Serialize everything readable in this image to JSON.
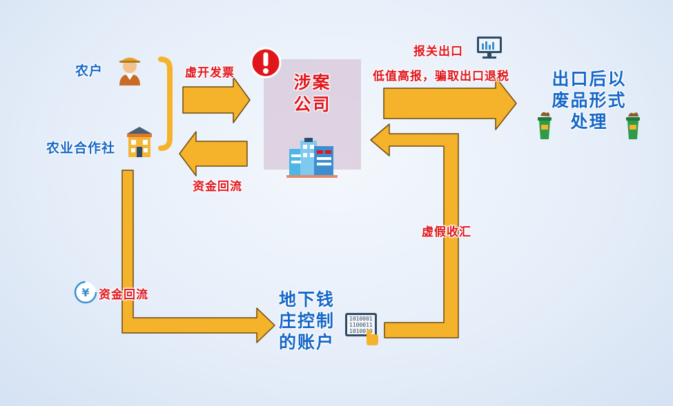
{
  "nodes": {
    "farmer": "农户",
    "cooperative": "农业合作社",
    "company": "涉案\n公司",
    "underground_bank": "地下钱\n庄控制\n的账户",
    "export_disposal": "出口后以\n废品形式\n处理"
  },
  "edges": {
    "false_invoice": "虚开发票",
    "fund_return_top": "资金回流",
    "fund_return_bottom": "资金回流",
    "customs_declaration": "报关出口",
    "low_value_high_report": "低值高报，骗取出口退税",
    "fake_collection": "虚假收汇"
  },
  "icons": {
    "farmer": "farmer-icon",
    "cooperative": "store-building-icon",
    "company": "office-building-icon",
    "warning": "exclamation-warning-icon",
    "monitor": "monitor-chart-icon",
    "binary": "binary-tablet-icon",
    "yen": "yen-coin-icon",
    "trash": "trash-bin-icon"
  },
  "colors": {
    "arrow_fill": "#f5b32c",
    "arrow_stroke": "#6b4a12",
    "label_blue": "#1667c8",
    "label_red": "#e0161d",
    "company_box": "#cdb6cc"
  }
}
